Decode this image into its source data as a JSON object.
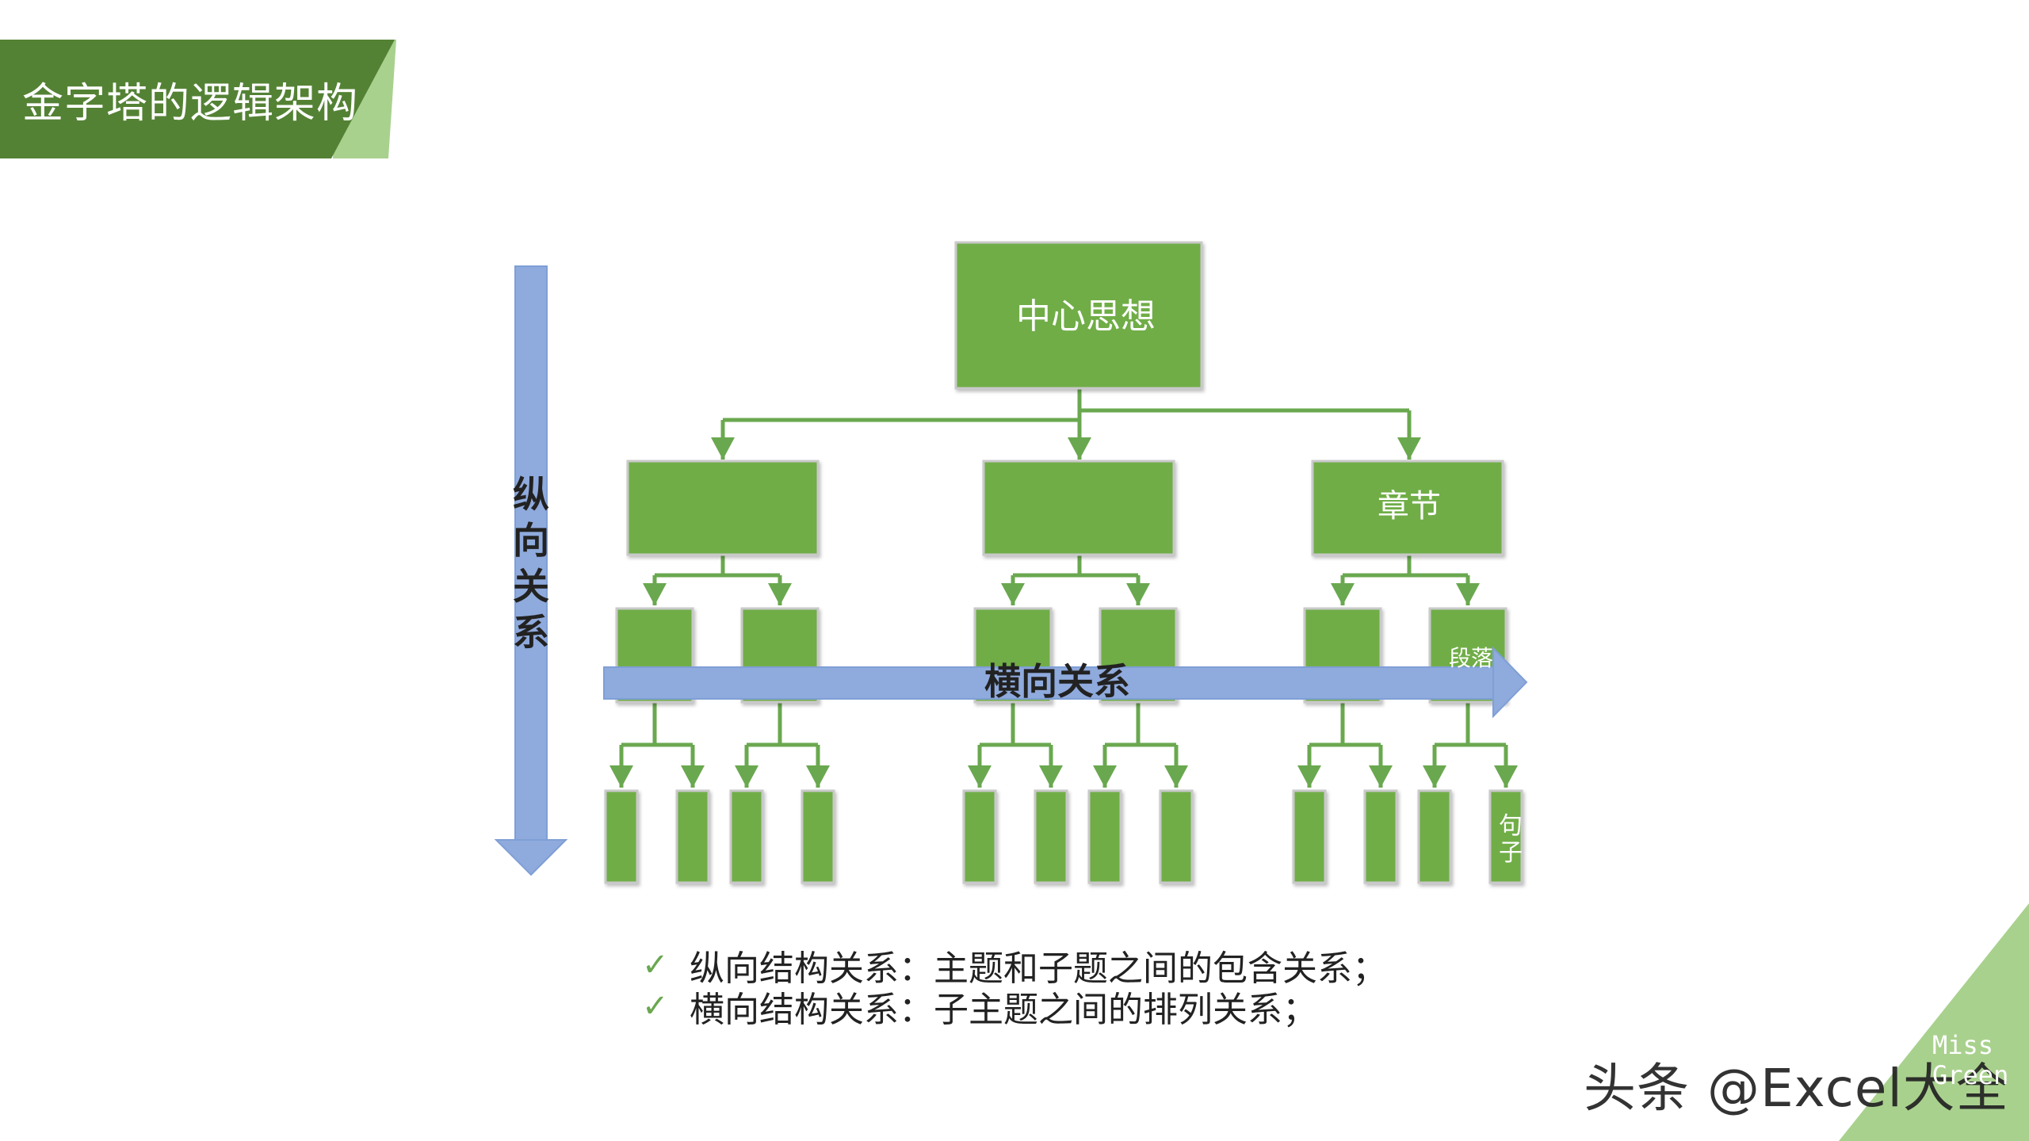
{
  "header": {
    "title": "金字塔的逻辑架构"
  },
  "diagram": {
    "root_label": "中心思想",
    "level1_labels": [
      "",
      "",
      "章节"
    ],
    "level2_label_last": "段落",
    "level3_label_last": "句子",
    "vertical_arrow_label": "纵向关系",
    "horizontal_arrow_label": "横向关系"
  },
  "bullets": [
    "纵向结构关系：主题和子题之间的包含关系；",
    "横向结构关系：子主题之间的排列关系；"
  ],
  "watermark": {
    "text": "头条 @Excel大全",
    "corner_text": "Miss Green"
  },
  "colors": {
    "header_green": "#548235",
    "header_stripe": "#a9d18e",
    "box_green": "#70ad47",
    "connector_green": "#6aa84f",
    "arrow_blue": "#8faadc",
    "corner_green": "#a9d18e"
  },
  "icons": {
    "bullet": "check-icon"
  }
}
